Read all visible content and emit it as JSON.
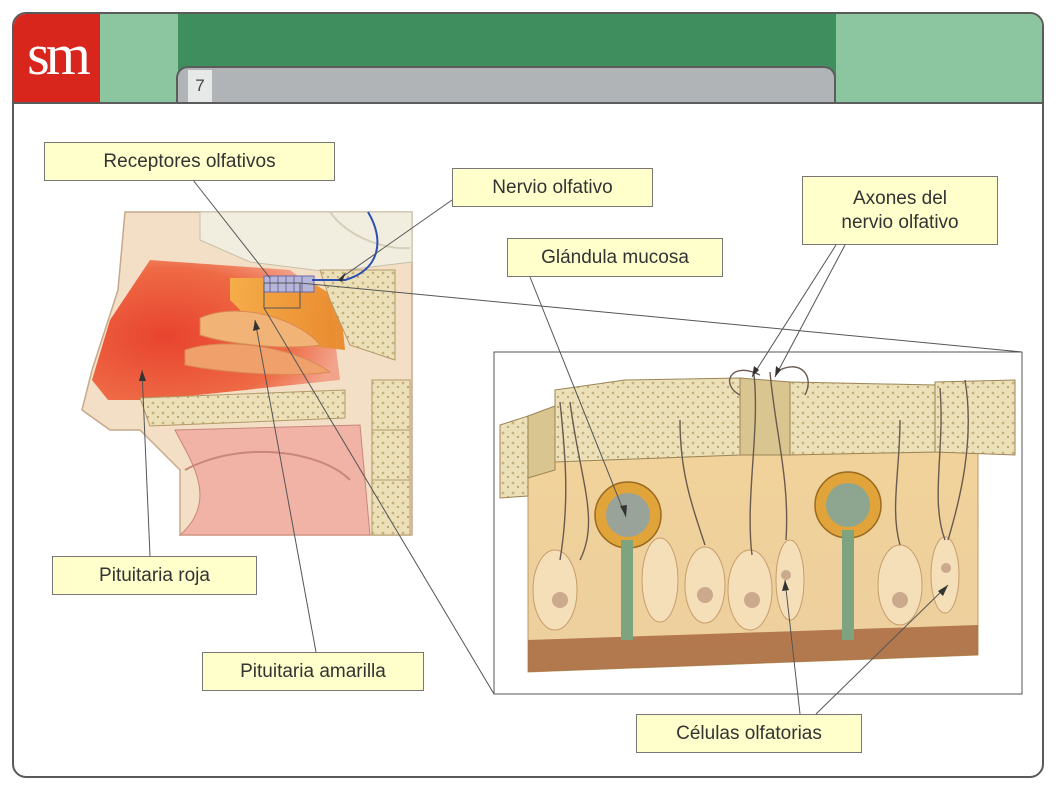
{
  "header": {
    "logo_text": "sm",
    "page_number": "7"
  },
  "labels": {
    "receptores": "Receptores olfativos",
    "nervio": "Nervio olfativo",
    "axones": "Axones del\nnervio olfativo",
    "glandula": "Glándula mucosa",
    "pituitaria_roja": "Pituitaria roja",
    "pituitaria_amarilla": "Pituitaria amarilla",
    "celulas": "Células olfatorias"
  },
  "colors": {
    "brand_red": "#d8261c",
    "header_dark_green": "#3e8f5d",
    "header_light_green": "#8cc6a1",
    "label_fill": "#ffffcc",
    "pituitaria_roja": "#e8503a",
    "pituitaria_amarilla": "#f2a030"
  }
}
